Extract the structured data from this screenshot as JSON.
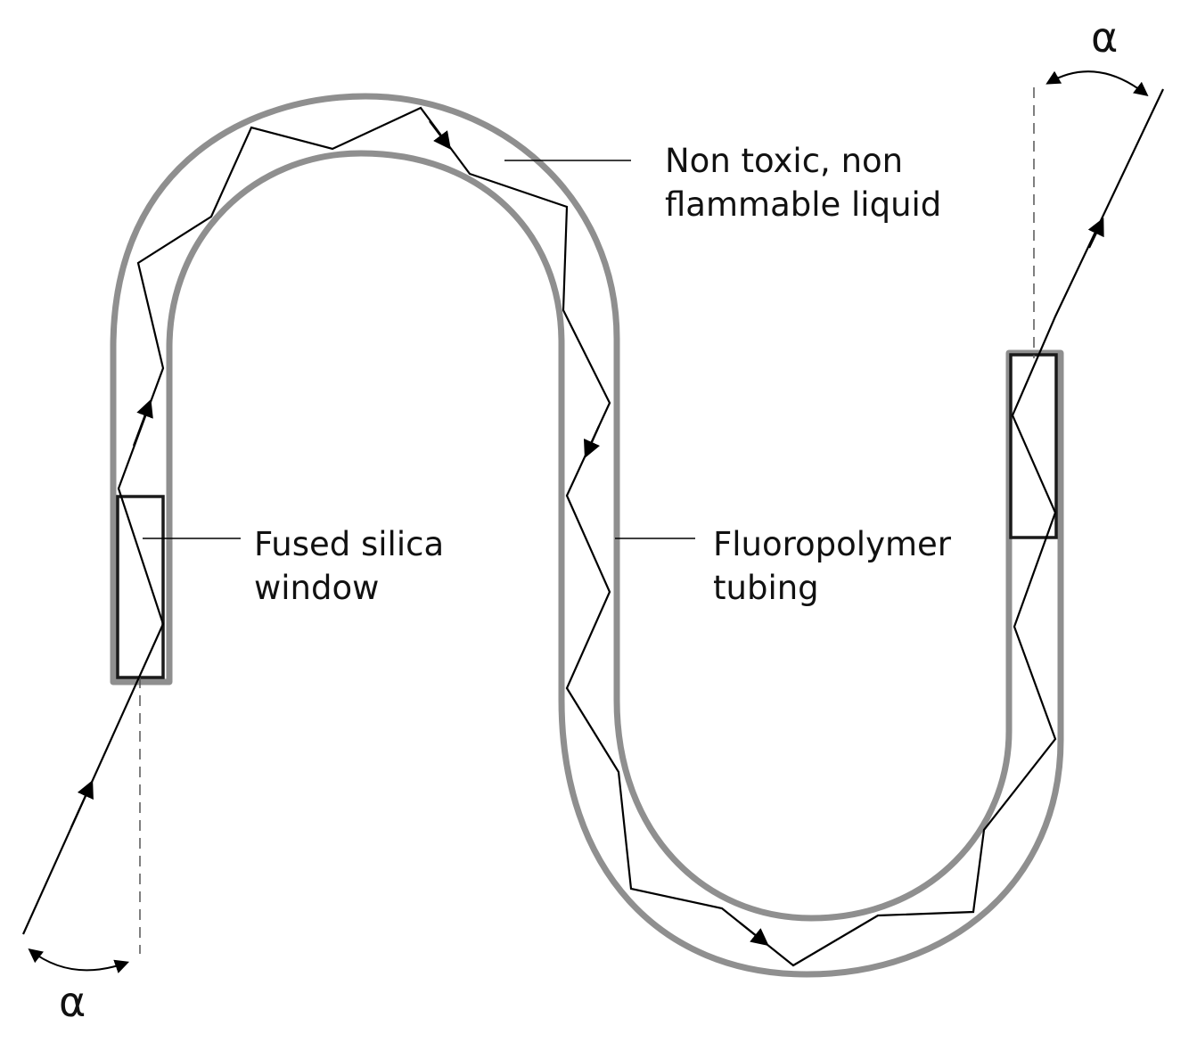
{
  "labels": {
    "liquid_line1": "Non toxic, non",
    "liquid_line2": "flammable liquid",
    "window_line1": "Fused silica",
    "window_line2": "window",
    "tubing_line1": "Fluoropolymer",
    "tubing_line2": "tubing",
    "angle_in": "α",
    "angle_out": "α"
  },
  "colors": {
    "tube": "#8f8f8f",
    "ray": "#000000",
    "window": "#1a1a1a"
  }
}
